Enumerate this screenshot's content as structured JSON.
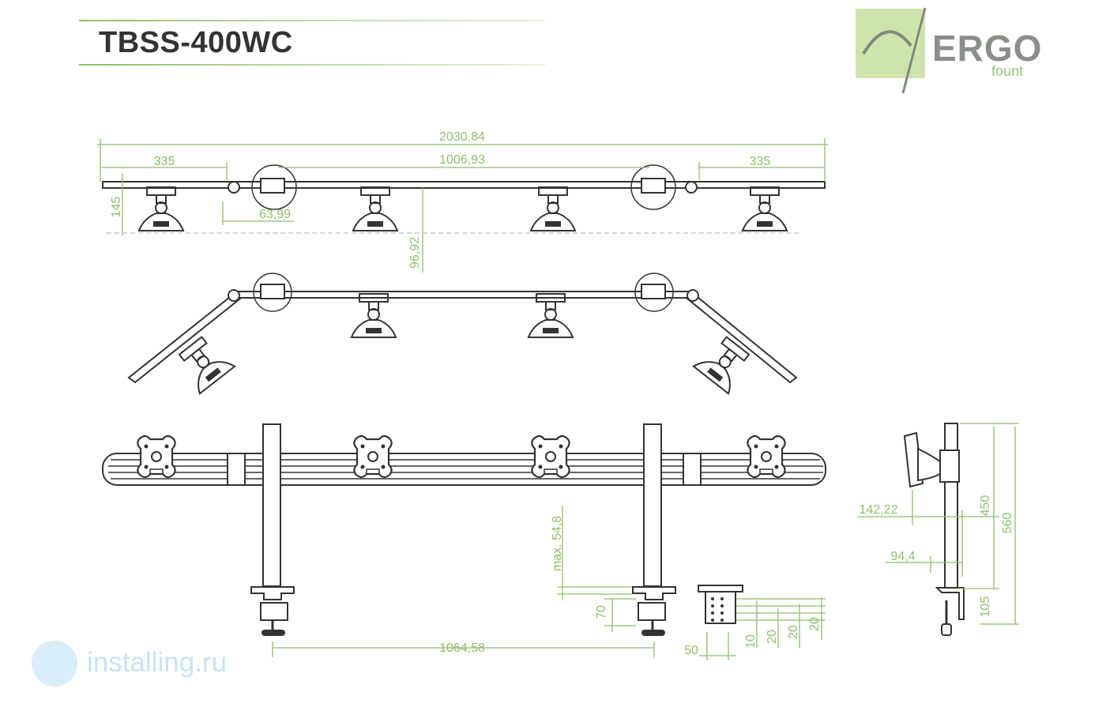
{
  "title": "TBSS-400WC",
  "logo": {
    "word": "ERGO",
    "sub": "fount"
  },
  "watermark": "installing.ru",
  "colors": {
    "dimension": "#8cbf6a",
    "line": "#333333",
    "accent": "#9bc37a"
  },
  "dimensions": {
    "total_length": "2030,84",
    "end_left": "335",
    "center_span": "1006,93",
    "end_right": "335",
    "height_145": "145",
    "offset_6399": "63,99",
    "offset_9692": "96,92",
    "clamp_spacing": "1064,58",
    "max_548": "max. 54,8",
    "clamp_70": "70",
    "clamp_50": "50",
    "hole_10": "10",
    "hole_20a": "20",
    "hole_20b": "20",
    "hole_20c": "20",
    "side_14222": "142,22",
    "side_944": "94,4",
    "side_450": "450",
    "side_560": "560",
    "side_105": "105"
  }
}
